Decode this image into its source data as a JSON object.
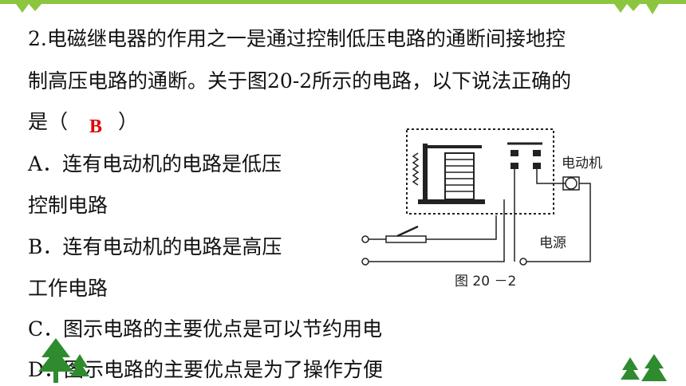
{
  "question": {
    "line1": "2.电磁继电器的作用之一是通过控制低压电路的通断间接地控",
    "line2": "制高压电路的通断。关于图20-2所示的电路，以下说法正确的",
    "line3_start": "是（",
    "line3_end": "）",
    "answer": "B"
  },
  "options": {
    "a_line1": "A．连有电动机的电路是低压",
    "a_line2": "控制电路",
    "b_line1": "B．连有电动机的电路是高压",
    "b_line2": "工作电路",
    "c_line": "C．图示电路的主要优点是可以节约用电",
    "d_line": "D．图示电路的主要优点是为了操作方便"
  },
  "figure": {
    "motor_label": "电动机",
    "power_label": "电源",
    "caption": "图 20 －2"
  },
  "colors": {
    "top_stripe": "#8cc63f",
    "tree_green": "#2e8b2e",
    "answer_red": "#e00000"
  }
}
